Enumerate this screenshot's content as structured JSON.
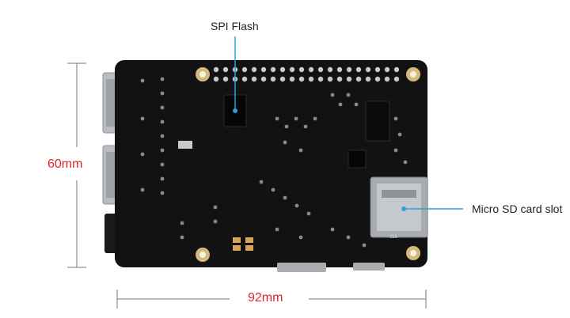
{
  "callouts": {
    "spi_flash": "SPI Flash",
    "micro_sd": "Micro SD card slot"
  },
  "dimensions": {
    "height": "60mm",
    "width": "92mm"
  },
  "silkscreen": {
    "slot_ref": "J16"
  },
  "colors": {
    "board": "#121212",
    "dimension_text": "#e0262a",
    "callout_line": "#2f9fd8",
    "dimension_line": "#777777"
  },
  "icons": [
    "spi-flash-chip",
    "micro-sd-slot",
    "mounting-hole",
    "gpio-header"
  ]
}
